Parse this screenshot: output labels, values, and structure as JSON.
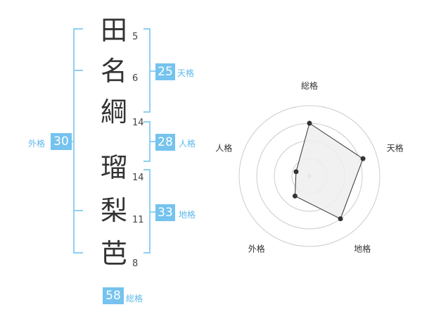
{
  "name_chars": [
    {
      "char": "田",
      "strokes": "5"
    },
    {
      "char": "名",
      "strokes": "6"
    },
    {
      "char": "綱",
      "strokes": "14"
    },
    {
      "char": "瑠",
      "strokes": "14"
    },
    {
      "char": "梨",
      "strokes": "11"
    },
    {
      "char": "芭",
      "strokes": "8"
    }
  ],
  "fortunes": {
    "tenkaku": {
      "value": "25",
      "label": "天格"
    },
    "jinkaku": {
      "value": "28",
      "label": "人格"
    },
    "chikaku": {
      "value": "33",
      "label": "地格"
    },
    "gaikaku": {
      "value": "30",
      "label": "外格"
    },
    "soukaku": {
      "value": "58",
      "label": "総格"
    }
  },
  "colors": {
    "accent": "#75c3ee",
    "bracket": "#8fd0f2",
    "radar_fill": "#efefef",
    "ring": "#cccccc"
  },
  "chart_data": {
    "type": "radar",
    "axes": [
      "総格",
      "天格",
      "地格",
      "外格",
      "人格"
    ],
    "values": [
      0.75,
      0.8,
      0.75,
      0.35,
      0.2
    ],
    "rings": 4
  }
}
